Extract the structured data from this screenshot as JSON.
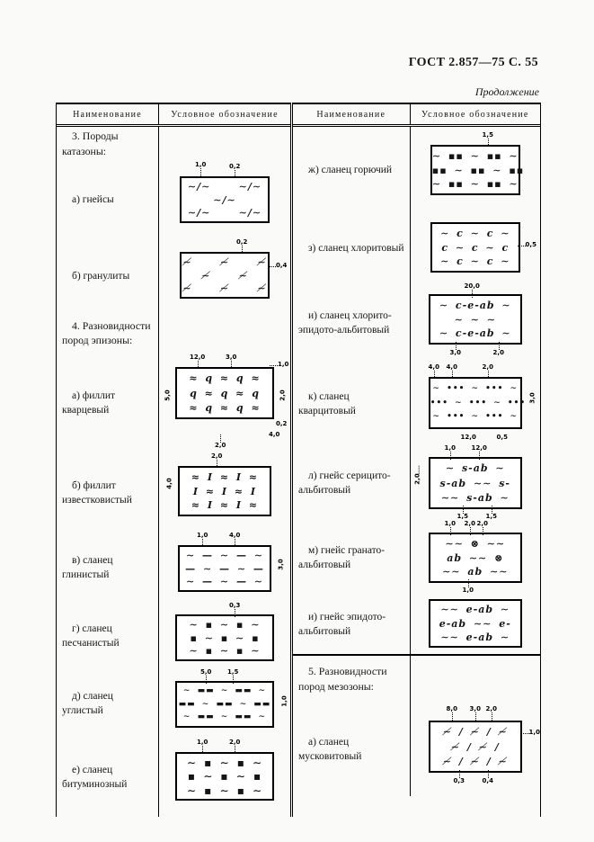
{
  "page": {
    "gost": "ГОСТ 2.857—75 С. 55",
    "continuation": "Продолжение"
  },
  "headers": {
    "name": "Наименование",
    "symbol": "Условное обозначение"
  },
  "left": {
    "rows": [
      {
        "text": "3. Породы катазоны:"
      },
      {
        "name": "а)  гнейсы",
        "sym": [
          "∼∕∼    ∼∕∼",
          "∼∕∼",
          "∼∕∼    ∼∕∼"
        ],
        "dims": {
          "t1": "1,0",
          "t2": "0,2"
        }
      },
      {
        "name": "б)  гранулиты",
        "sym": [
          "≁    ≁    ≁",
          "≁    ≁",
          "≁    ≁    ≁"
        ],
        "dims": {
          "t1": "0,2",
          "r": "0,4"
        }
      },
      {
        "text": "4. Разновидности пород эпизоны:"
      },
      {
        "name": "а) филлит кварцевый",
        "sym": [
          "≈ q ≈ q ≈",
          "q ≈ q ≈ q",
          "≈ q ≈ q ≈"
        ],
        "dims": {
          "t1": "12,0",
          "t2": "3,0",
          "tr": "1,0",
          "l": "5,0",
          "r": "2,0",
          "br1": "0,2",
          "br2": "4,0",
          "b": "2,0"
        }
      },
      {
        "name": "б) филлит известковистый",
        "sym": [
          "≈ I ≈ I ≈",
          "I ≈ I ≈ I",
          "≈ I ≈ I ≈"
        ],
        "dims": {
          "t1": "2,0",
          "l": "4,0"
        }
      },
      {
        "name": "в) сланец глинистый",
        "sym": [
          "∼ — ∼ — ∼",
          "— ∼ — ∼ —",
          "∼ — ∼ — ∼"
        ],
        "dims": {
          "t1": "1,0",
          "t2": "4,0",
          "r": "3,0"
        }
      },
      {
        "name": "г) сланец  песчанистый",
        "sym": [
          "∼ ▪ ∼ ▪ ∼",
          "▪ ∼ ▪ ∼ ▪",
          "∼ ▪ ∼ ▪ ∼"
        ],
        "dims": {
          "t1": "0,3"
        }
      },
      {
        "name": "д) сланец углистый",
        "sym": [
          "∼ ▬▬ ∼ ▬▬ ∼",
          "▬▬ ∼ ▬▬ ∼ ▬▬",
          "∼ ▬▬ ∼ ▬▬ ∼"
        ],
        "dims": {
          "t1": "5,0",
          "t2": "1,5",
          "r": "1,0"
        }
      },
      {
        "name": "е) сланец битуминозный",
        "sym": [
          "∼ ▪ ∼ ▪ ∼",
          "▪ ∼ ▪ ∼ ▪",
          "∼ ▪ ∼ ▪ ∼"
        ],
        "dims": {
          "t1": "1,0",
          "t2": "2,0"
        }
      }
    ]
  },
  "right": {
    "rows": [
      {
        "name": "ж) сланец горючий",
        "sym": [
          "∼ ▪▪ ∼ ▪▪ ∼",
          "▪▪ ∼ ▪▪ ∼ ▪▪",
          "∼ ▪▪ ∼ ▪▪ ∼"
        ],
        "dims": {
          "t1": "1,5"
        }
      },
      {
        "name": "з) сланец хлоритовый",
        "sym": [
          "∼ c ∼ c ∼",
          "c ∼ c ∼ c",
          "∼ c ∼ c ∼"
        ],
        "dims": {
          "r": "0,5"
        }
      },
      {
        "name": "и) сланец хлорито-эпидото-альбитовый",
        "sym": [
          "∼ c-e-ab ∼",
          "∼ ∼ ∼",
          "∼ c-e-ab ∼"
        ],
        "dims": {
          "t1": "20,0",
          "b1": "3,0",
          "b2": "2,0"
        }
      },
      {
        "name": "к) сланец кварцитовый",
        "sym": [
          "∼ ••• ∼ ••• ∼",
          "••• ∼ ••• ∼ •••",
          "∼ ••• ∼ ••• ∼"
        ],
        "dims": {
          "t1": "4,0",
          "t2": "4,0",
          "t3": "2,0",
          "r": "3,0",
          "b1": "12,0",
          "b2": "0,5"
        }
      },
      {
        "name": "л) гнейс серицито-альбитовый",
        "sym": [
          "∼ s-ab ∼",
          "s-ab ∼∼ s-",
          "∼∼ s-ab ∼"
        ],
        "dims": {
          "t1": "1,0",
          "t2": "12,0",
          "l": "2,0",
          "b1": "1,5",
          "b2": "1,5"
        }
      },
      {
        "name": "м) гнейс гранато-альбитовый",
        "sym": [
          "∼∼ ⊗ ∼∼",
          "ab ∼∼ ⊗",
          "∼∼ ab ∼∼"
        ],
        "dims": {
          "t1": "1,0",
          "t2": "2,0",
          "t3": "2,0",
          "b1": "1,0"
        }
      },
      {
        "name": "и) гнейс эпидото-альбитовый",
        "sym": [
          "∼∼ e-ab ∼",
          "e-ab ∼∼ e-",
          "∼∼ e-ab ∼"
        ]
      },
      {
        "text": "5. Разновидности пород мезозоны:"
      },
      {
        "name": "а) сланец мусковитовый",
        "sym": [
          "≁ ∕ ≁ ∕ ≁",
          "≁ ∕ ≁ ∕",
          "≁ ∕ ≁ ∕ ≁"
        ],
        "dims": {
          "t1": "8,0",
          "t2": "3,0",
          "t3": "2,0",
          "r": "1,0",
          "b1": "0,3",
          "b2": "0,4"
        }
      }
    ]
  }
}
